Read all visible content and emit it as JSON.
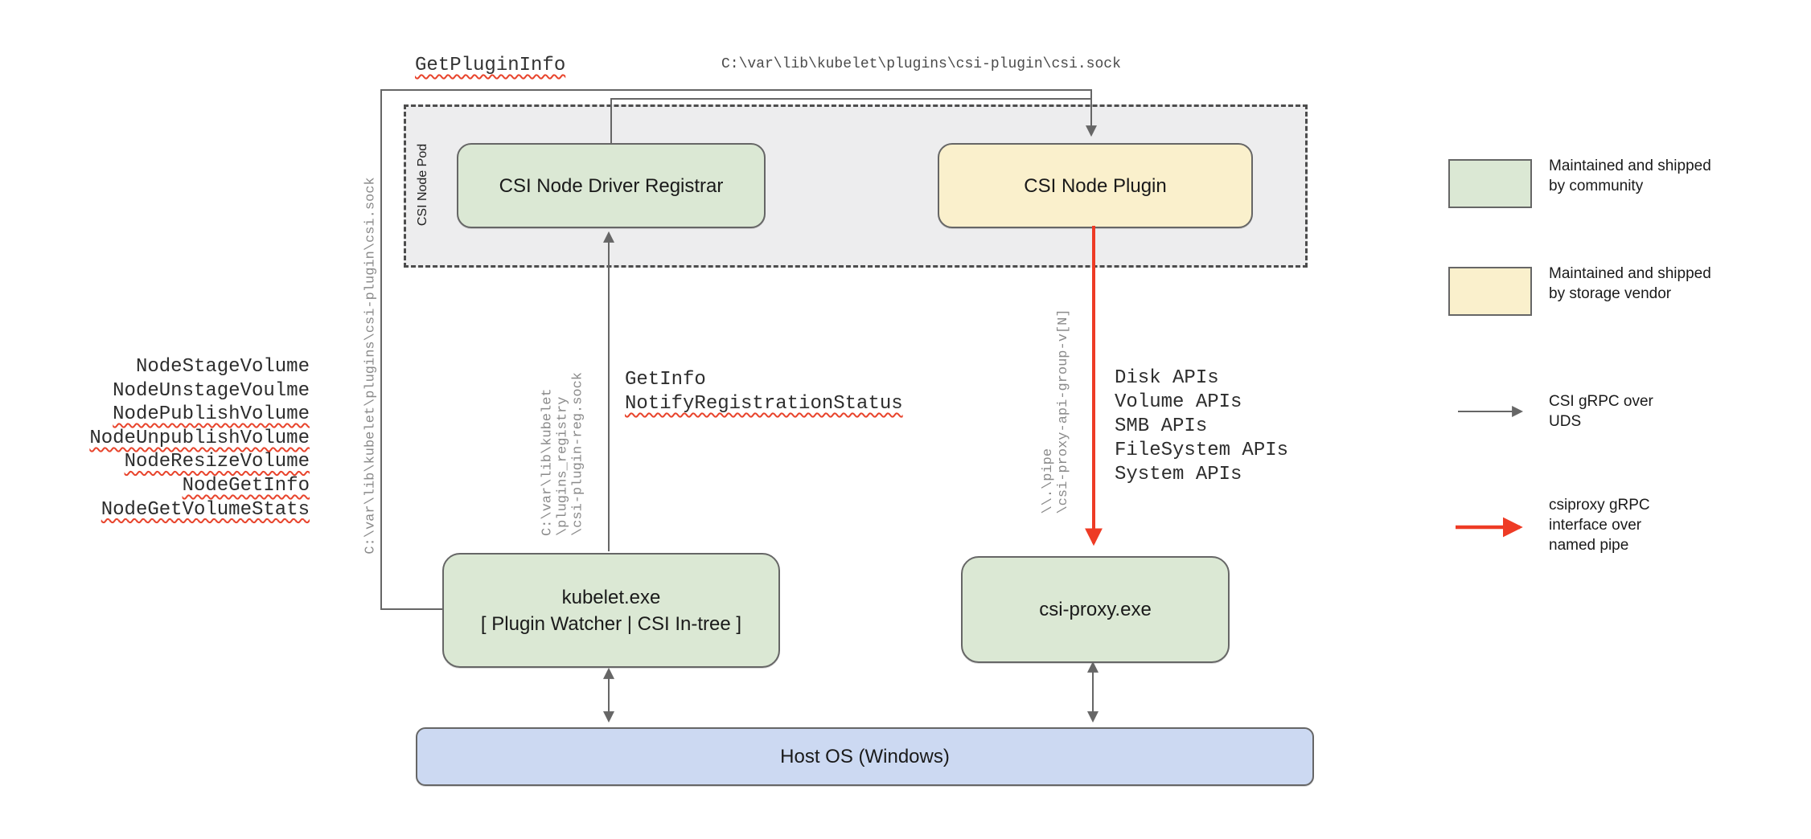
{
  "colors": {
    "community_green": "#dbe8d4",
    "vendor_yellow": "#faf0cc",
    "host_blue": "#ccd9f2",
    "pod_gray": "#ededee",
    "line_gray": "#666666",
    "pipe_red": "#ee3b25",
    "squiggle_red": "#e8442c"
  },
  "pod": {
    "label": "CSI Node Pod"
  },
  "nodes": {
    "registrar": {
      "label": "CSI Node Driver Registrar"
    },
    "plugin": {
      "label": "CSI Node Plugin"
    },
    "kubelet": {
      "line1": "kubelet.exe",
      "line2": "[ Plugin Watcher | CSI In-tree ]"
    },
    "csiproxy": {
      "label": "csi-proxy.exe"
    },
    "hostos": {
      "label": "Host OS (Windows)"
    }
  },
  "edge_labels": {
    "get_plugin_info": "GetPluginInfo",
    "top_sock_path": "C:\\var\\lib\\kubelet\\plugins\\csi-plugin\\csi.sock",
    "left_sock_path_vertical": "C:\\var\\lib\\kubelet\\plugins\\csi-plugin\\csi.sock",
    "registration_sock_vertical": "C:\\var\\lib\\kubelet\n\\plugins_registry\n\\csi-plugin-reg.sock",
    "get_info": "GetInfo",
    "notify_registration_status": "NotifyRegistrationStatus",
    "named_pipe_vertical": "\\\\.\\pipe\n\\csi-proxy-api-group-v[N]"
  },
  "left_methods": {
    "items": [
      {
        "label": "NodeStageVolume"
      },
      {
        "label": "NodeUnstageVoulme"
      },
      {
        "label": "NodePublishVolume"
      },
      {
        "label": "NodeUnpublishVolume"
      },
      {
        "label": "NodeResizeVolume"
      },
      {
        "label": "NodeGetInfo"
      },
      {
        "label": "NodeGetVolumeStats"
      }
    ]
  },
  "proxy_apis": {
    "items": [
      {
        "label": "Disk APIs"
      },
      {
        "label": "Volume APIs"
      },
      {
        "label": "SMB APIs"
      },
      {
        "label": "FileSystem APIs"
      },
      {
        "label": "System APIs"
      }
    ]
  },
  "legend": {
    "community": "Maintained and shipped\nby community",
    "vendor": "Maintained and shipped\nby storage vendor",
    "uds": "CSI gRPC over\nUDS",
    "pipe": "csiproxy gRPC\ninterface over\nnamed pipe"
  }
}
